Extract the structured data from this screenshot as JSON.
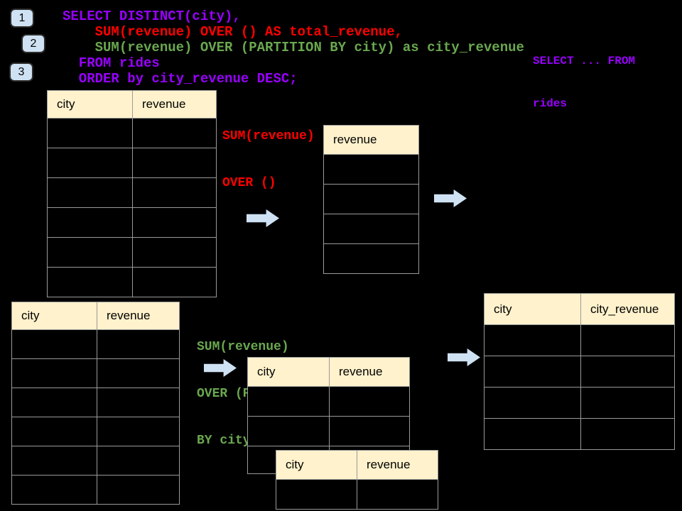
{
  "colors": {
    "background": "#000000",
    "purple": "#9900ff",
    "red": "#ff0000",
    "green": "#6aa84f",
    "table_header_fill": "#fff2cc",
    "arrow_fill": "#cfe2f3",
    "step_badge_fill": "#cfe2f3",
    "table_border": "#9a9a9a"
  },
  "steps": [
    "1",
    "2",
    "3"
  ],
  "sql": {
    "lines": [
      {
        "text": "SELECT DISTINCT(city),",
        "color": "purple"
      },
      {
        "text": "    SUM(revenue) OVER () AS total_revenue,",
        "color": "red"
      },
      {
        "text": "    SUM(revenue) OVER (PARTITION BY city) as city_revenue",
        "color": "green"
      },
      {
        "text": "  FROM rides",
        "color": "purple"
      },
      {
        "text": "  ORDER by city_revenue DESC;",
        "color": "purple"
      }
    ]
  },
  "side_note": {
    "line1": "SELECT ... FROM",
    "line2": "rides"
  },
  "annotations": {
    "total": {
      "line1": "SUM(revenue)",
      "line2": "OVER ()"
    },
    "partition": {
      "line1": "SUM(revenue)",
      "line2": "OVER (PARTITION",
      "line3": "BY city)"
    }
  },
  "tables": {
    "source_top": {
      "columns": [
        "city",
        "revenue"
      ],
      "body_rows": 6
    },
    "total_revenue": {
      "columns": [
        "revenue"
      ],
      "body_rows": 4
    },
    "source_bottom": {
      "columns": [
        "city",
        "revenue"
      ],
      "body_rows": 6
    },
    "partition_back": {
      "columns": [
        "city",
        "revenue"
      ],
      "body_rows": 3
    },
    "partition_front": {
      "columns": [
        "city",
        "revenue"
      ],
      "body_rows": 1
    },
    "output": {
      "columns": [
        "city",
        "city_revenue"
      ],
      "body_rows": 4
    }
  }
}
